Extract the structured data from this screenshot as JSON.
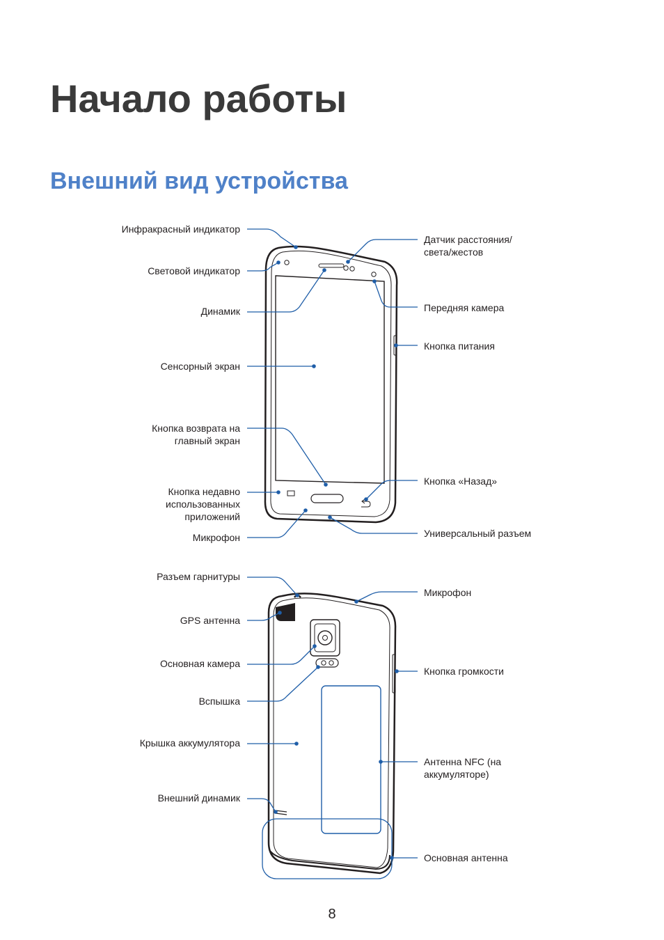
{
  "heading": "Начало работы",
  "subheading": "Внешний вид устройства",
  "front": {
    "left": [
      "Инфракрасный индикатор",
      "Световой индикатор",
      "Динамик",
      "Сенсорный экран",
      "Кнопка возврата на главный экран",
      "Кнопка недавно использованных приложений",
      "Микрофон"
    ],
    "right": [
      "Датчик расстояния/ света/жестов",
      "Передняя камера",
      "Кнопка питания",
      "Кнопка «Назад»",
      "Универсальный разъем"
    ]
  },
  "back": {
    "left": [
      "Разъем гарнитуры",
      "GPS антенна",
      "Основная камера",
      "Вспышка",
      "Крышка аккумулятора",
      "Внешний динамик"
    ],
    "right": [
      "Микрофон",
      "Кнопка громкости",
      "Антенна NFC (на аккумуляторе)",
      "Основная антенна"
    ]
  },
  "page_number": "8",
  "colors": {
    "accent": "#4f81c8",
    "callout": "#1f5ea8",
    "line": "#231f20"
  }
}
